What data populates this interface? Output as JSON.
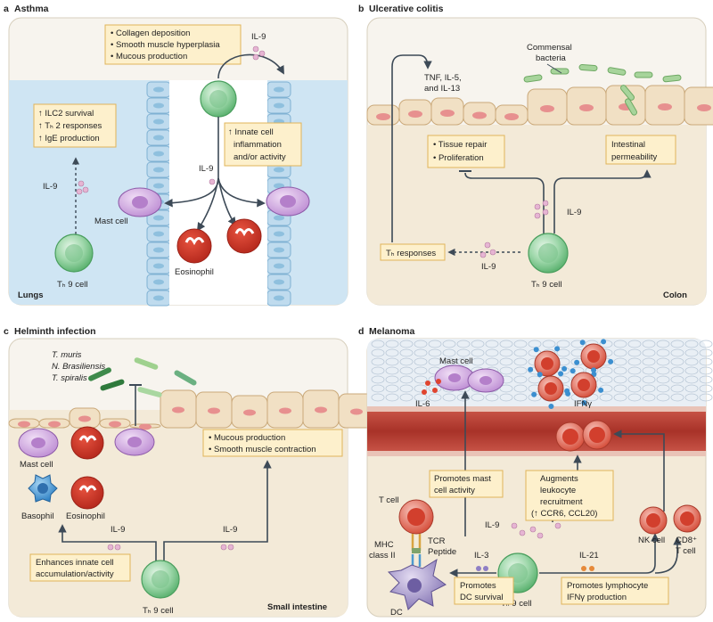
{
  "panels": {
    "a": {
      "letter": "a",
      "title": "Asthma",
      "region": "Lungs",
      "box_top": [
        "Collagen deposition",
        "Smooth muscle hyperplasia",
        "Mucous production"
      ],
      "box_left": [
        "↑ ILC2 survival",
        "↑ Tₕ 2 responses",
        "↑ IgE production"
      ],
      "box_right": [
        "↑ Innate cell",
        "inflammation",
        "and/or activity"
      ],
      "il9_top": "IL-9",
      "il9_mid": "IL-9",
      "il9_left": "IL-9",
      "mast": "Mast cell",
      "eosinophil": "Eosinophil",
      "th9": "Tₕ 9 cell"
    },
    "b": {
      "letter": "b",
      "title": "Ulcerative colitis",
      "region": "Colon",
      "commensal": [
        "Commensal",
        "bacteria"
      ],
      "tnf": [
        "TNF, IL-5,",
        "and IL-13"
      ],
      "repair": [
        "Tissue repair",
        "Proliferation"
      ],
      "permeability": [
        "Intestinal",
        "permeability"
      ],
      "il9_a": "IL-9",
      "il9_b": "IL-9",
      "th_responses": "Tₕ responses",
      "th9": "Tₕ 9 cell"
    },
    "c": {
      "letter": "c",
      "title": "Helminth infection",
      "region": "Small intestine",
      "helminths": [
        "T. muris",
        "N. Brasiliensis",
        "T. spiralis"
      ],
      "mucous": [
        "Mucous production",
        "Smooth muscle contraction"
      ],
      "mast": "Mast cell",
      "basophil": "Basophil",
      "eosinophil": "Eosinophil",
      "il9_a": "IL-9",
      "il9_b": "IL-9",
      "enhances": [
        "Enhances innate cell",
        "accumulation/activity"
      ],
      "th9": "Tₕ 9 cell"
    },
    "d": {
      "letter": "d",
      "title": "Melanoma",
      "mast": "Mast cell",
      "il6": "IL-6",
      "ifng": "IFNγ",
      "promotes_mast": [
        "Promotes mast",
        "cell activity"
      ],
      "augments": [
        "Augments",
        "leukocyte",
        "recruitment",
        "(↑ CCR6, CCL20)"
      ],
      "il9": "IL-9",
      "il3": "IL-3",
      "il21": "IL-21",
      "tcell": "T cell",
      "mhc": [
        "MHC",
        "class II"
      ],
      "tcr": "TCR",
      "peptide": "Peptide",
      "dc": "DC",
      "th9": "Tₕ 9 cell",
      "promotes_dc": [
        "Promotes",
        "DC survival"
      ],
      "promotes_lymph": [
        "Promotes lymphocyte",
        "IFNγ production"
      ],
      "nk": "NK cell",
      "cd8": [
        "CD8⁺",
        "T cell"
      ]
    }
  },
  "colors": {
    "panel_bg": "#f3ead8",
    "lung_blue": "#cfe5f3",
    "epithelium": "#f1e0c4",
    "nucleus": "#e7908f",
    "label_box": "#fdf0cc",
    "label_border": "#e0b45a",
    "th9_green": "#8ccf9a",
    "mast_purple": "#c79bd9",
    "eos_red": "#d53a2c",
    "basophil_blue": "#3b8fd0",
    "vessel_red": "#b54137",
    "il9_pink": "#e6b5d3"
  }
}
